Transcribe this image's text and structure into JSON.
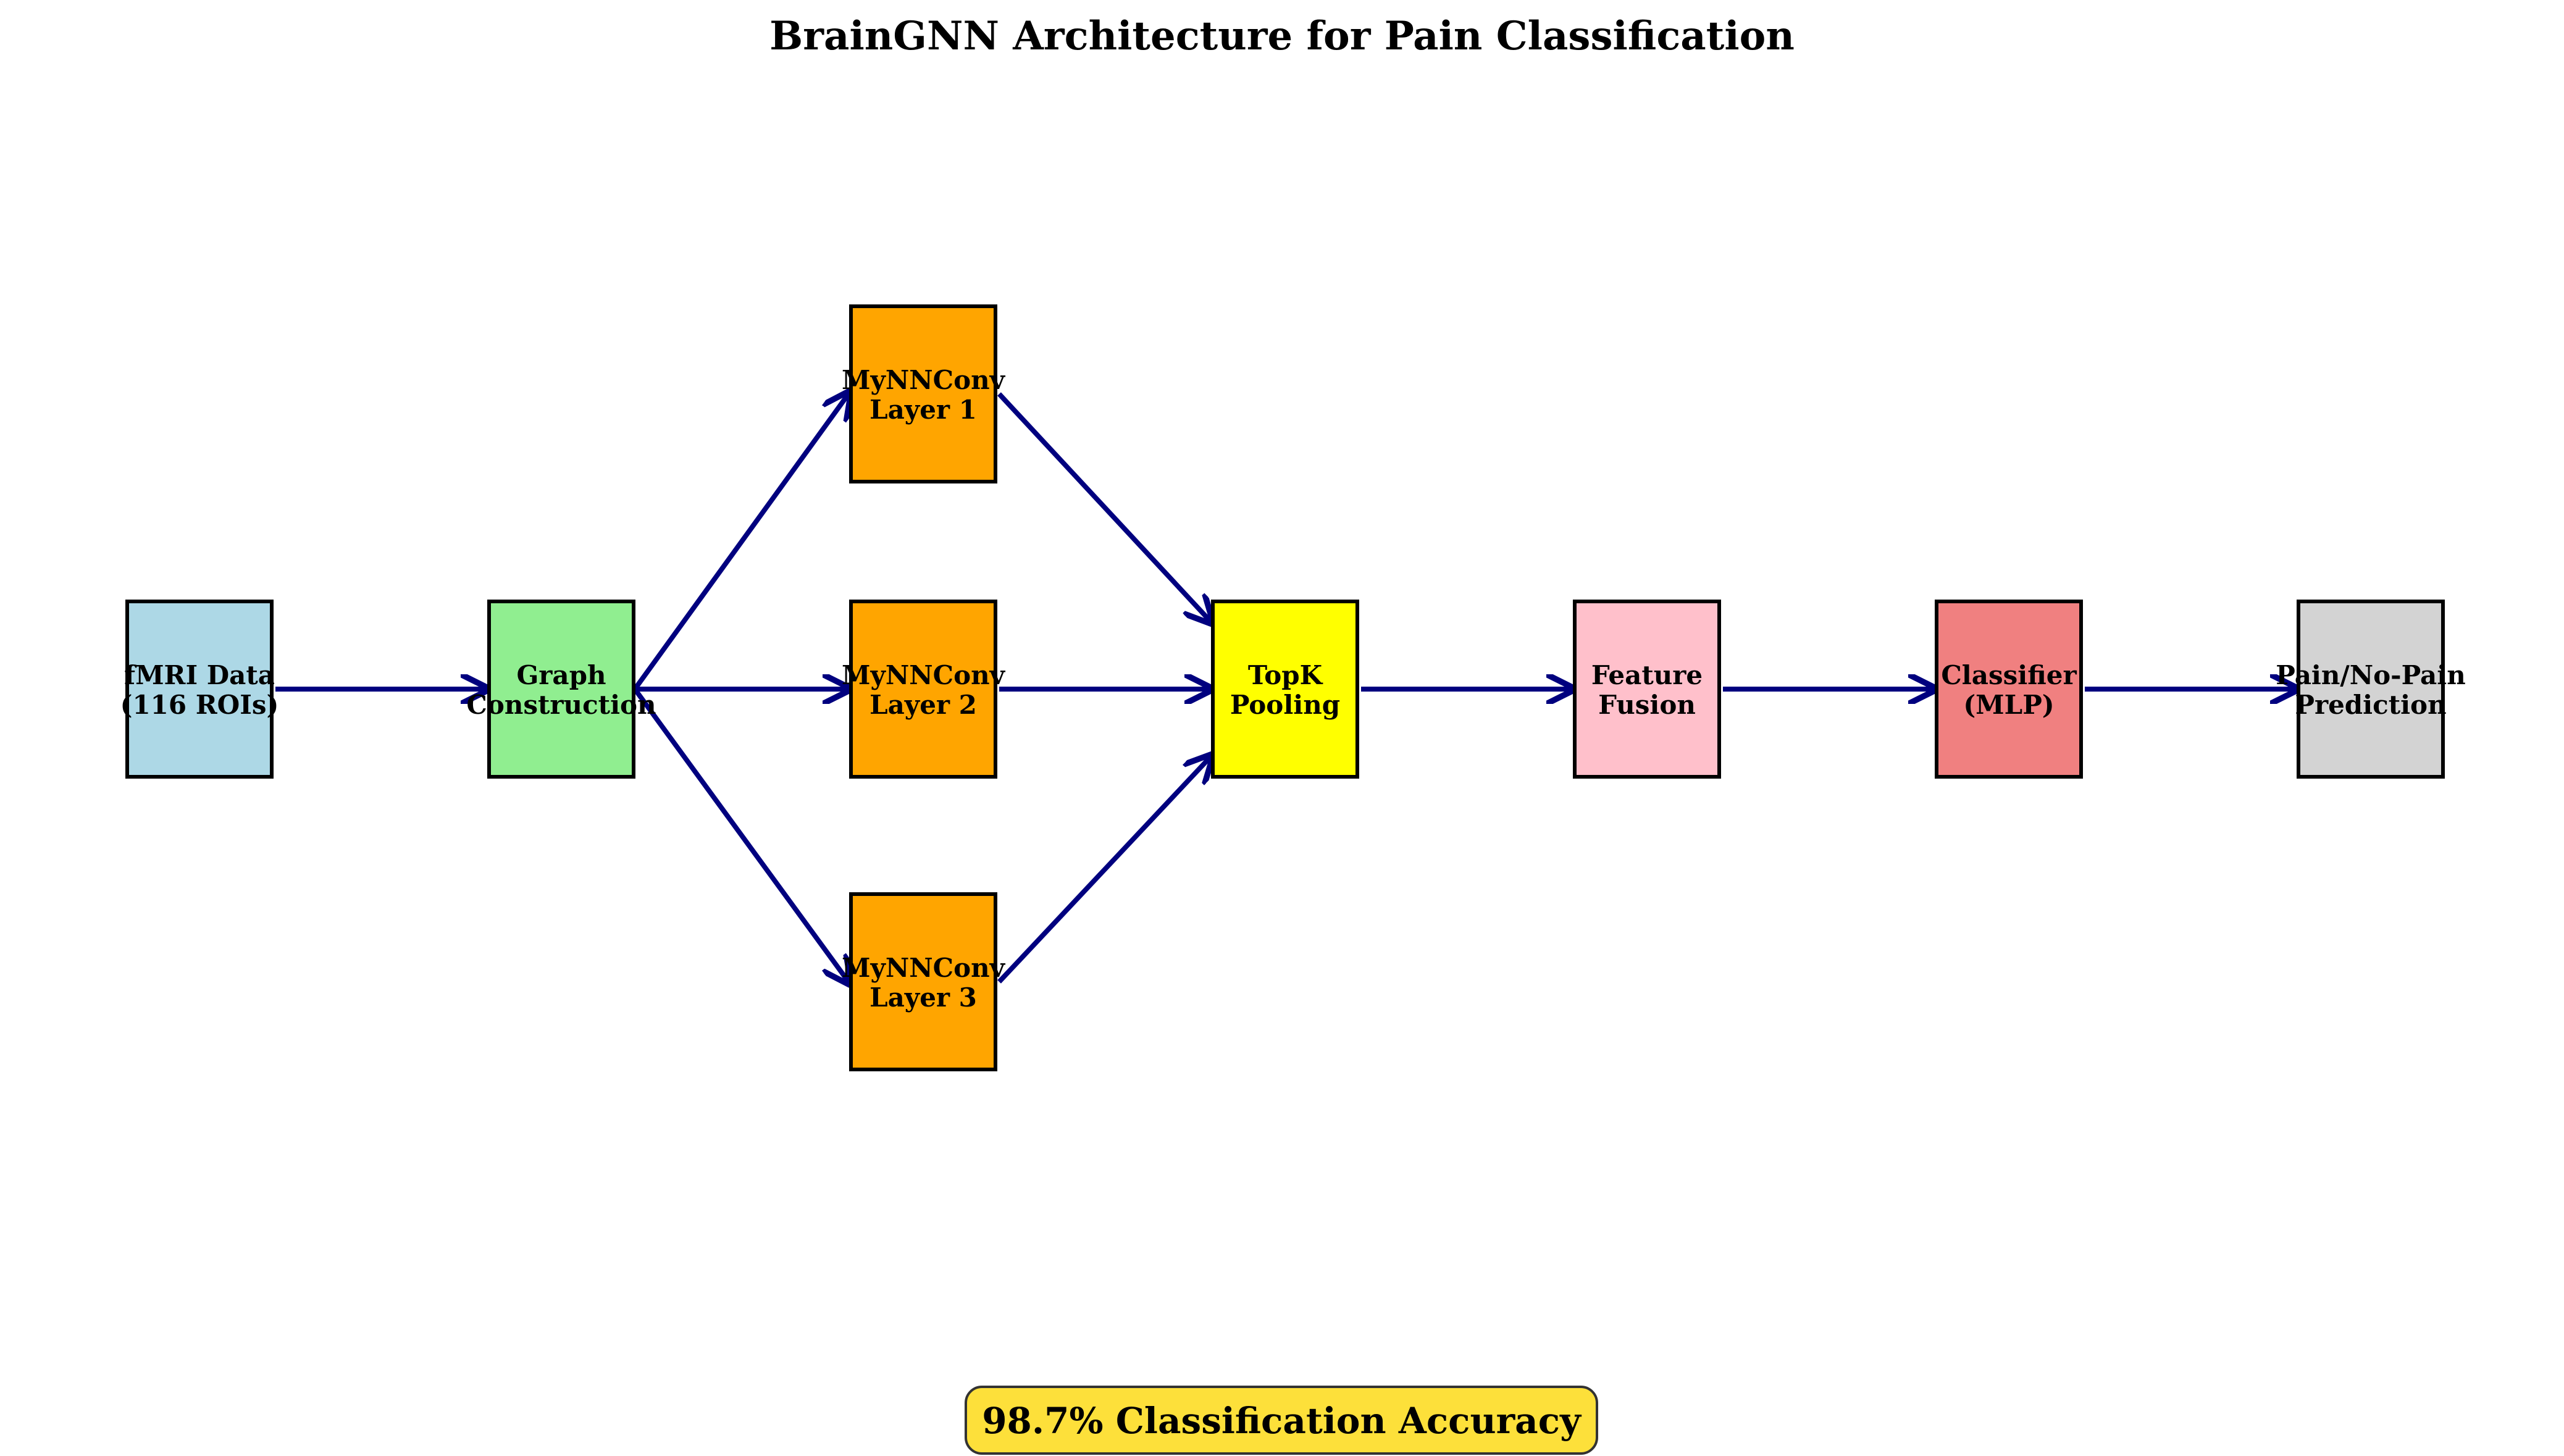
{
  "title": "BrainGNN Architecture for Pain Classification",
  "colors": {
    "edge": "#00007f",
    "badge_fill": "#fde03a",
    "badge_stroke": "#333333"
  },
  "nodes": [
    {
      "id": "fmri",
      "lines": [
        "fMRI Data",
        "(116 ROIs)"
      ],
      "color": "#add8e6"
    },
    {
      "id": "graph",
      "lines": [
        "Graph",
        "Construction"
      ],
      "color": "#90ee90"
    },
    {
      "id": "conv1",
      "lines": [
        "MyNNConv",
        "Layer 1"
      ],
      "color": "#ffa500"
    },
    {
      "id": "conv2",
      "lines": [
        "MyNNConv",
        "Layer 2"
      ],
      "color": "#ffa500"
    },
    {
      "id": "conv3",
      "lines": [
        "MyNNConv",
        "Layer 3"
      ],
      "color": "#ffa500"
    },
    {
      "id": "topk",
      "lines": [
        "TopK",
        "Pooling"
      ],
      "color": "#ffff00"
    },
    {
      "id": "fusion",
      "lines": [
        "Feature",
        "Fusion"
      ],
      "color": "#ffc0cb"
    },
    {
      "id": "classifier",
      "lines": [
        "Classifier",
        "(MLP)"
      ],
      "color": "#f08080"
    },
    {
      "id": "prediction",
      "lines": [
        "Pain/No-Pain",
        "Prediction"
      ],
      "color": "#d3d3d3"
    }
  ],
  "edges": [
    {
      "from": "fmri",
      "to": "graph"
    },
    {
      "from": "graph",
      "to": "conv1"
    },
    {
      "from": "graph",
      "to": "conv2"
    },
    {
      "from": "graph",
      "to": "conv3"
    },
    {
      "from": "conv1",
      "to": "topk"
    },
    {
      "from": "conv2",
      "to": "topk"
    },
    {
      "from": "conv3",
      "to": "topk"
    },
    {
      "from": "topk",
      "to": "fusion"
    },
    {
      "from": "fusion",
      "to": "classifier"
    },
    {
      "from": "classifier",
      "to": "prediction"
    }
  ],
  "badge": {
    "text": "98.7% Classification Accuracy"
  }
}
